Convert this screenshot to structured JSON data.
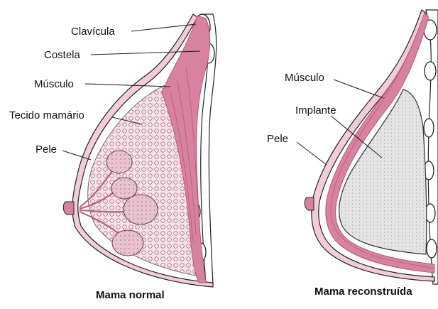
{
  "figure": {
    "normal": {
      "caption": "Mama normal",
      "labels": {
        "clavicle": "Clavícula",
        "rib": "Costela",
        "muscle": "Músculo",
        "breast_tissue": "Tecido mamário",
        "skin": "Pele"
      }
    },
    "reconstructed": {
      "caption": "Mama reconstruída",
      "labels": {
        "muscle": "Músculo",
        "implant": "Implante",
        "skin": "Pele"
      }
    }
  },
  "colors": {
    "muscle": "#d9829f",
    "muscle_dark": "#b9587a",
    "skin": "#f2cdd9",
    "tissue": "#f7e2ea",
    "lobule": "#e8c2cf",
    "implant": "#e4e4e4",
    "line": "#222222"
  }
}
